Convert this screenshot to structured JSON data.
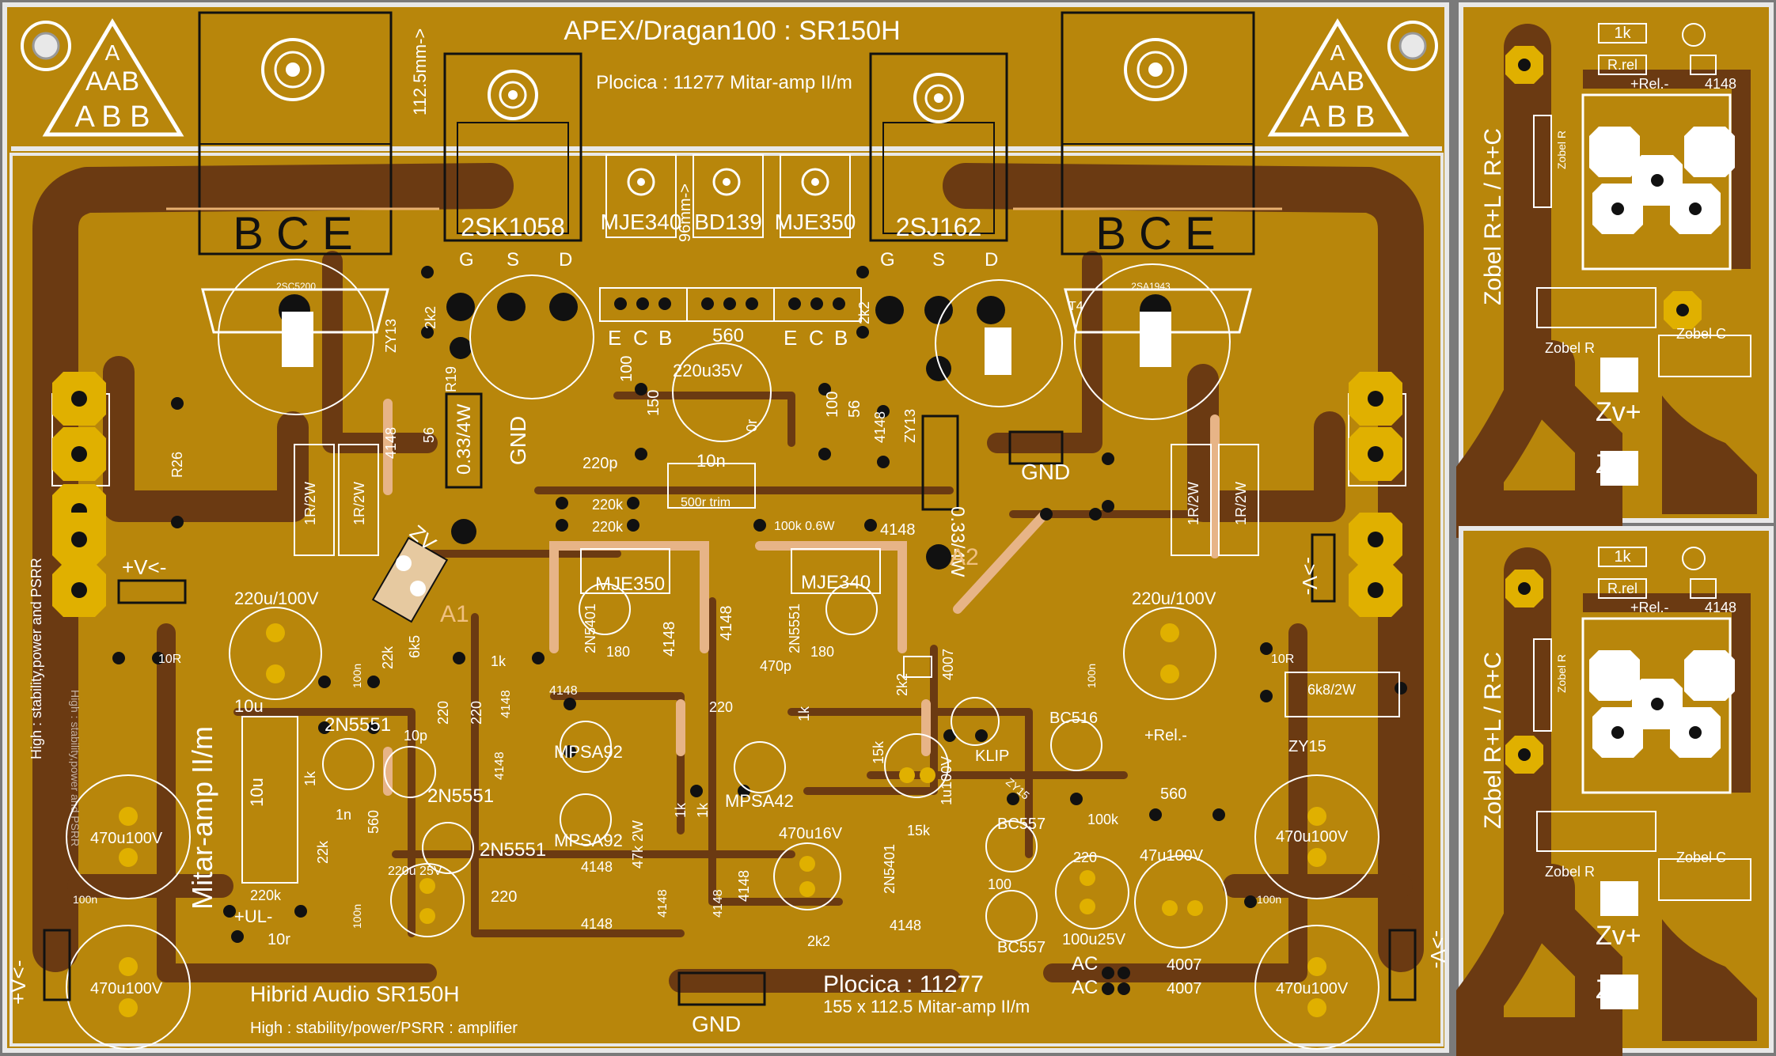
{
  "colors": {
    "background": "#7a7a7a",
    "board": "#b8860b",
    "trace": "#6b3a12",
    "pad": "#e0b000",
    "silk": "#ffffff",
    "outline": "#111111"
  },
  "header": {
    "title": "APEX/Dragan100 : SR150H",
    "subtitle": "Plocica : 11277 Mitar-amp II/m",
    "dimension": "112.5mm->",
    "dimension2": "96mm->"
  },
  "logo": {
    "top": "A",
    "mid": "AAB",
    "bottom": "A B B"
  },
  "power_devices": {
    "left_bjt": "B C E",
    "right_bjt": "B C E",
    "left_mosfet": "2SK1058",
    "right_mosfet": "2SJ162",
    "gsd_left": [
      "G",
      "S",
      "D"
    ],
    "gsd_right": [
      "G",
      "S",
      "D"
    ]
  },
  "drivers": {
    "mje340": "MJE340",
    "bd139": "BD139",
    "mje350": "MJE350",
    "ecb": [
      "E",
      "C",
      "B"
    ],
    "r560": "560"
  },
  "labels": {
    "trim": "500r trim",
    "c220u35": "220u35V",
    "c10n": "10n",
    "r100a": "100",
    "r150": "150",
    "r0r": "0r",
    "r100b": "100",
    "r56b": "56",
    "d4148a": "4148",
    "zy13a": "ZY13",
    "zy13b": "ZY13",
    "r033a": "0.33/4W",
    "r033b": "0.33/4W",
    "gnd1": "GND",
    "gnd2": "GND",
    "gnd3": "GND",
    "r19": "R19",
    "r2k2a": "2k2",
    "r2k2b": "2k2",
    "r56a": "56",
    "d4148b": "4148",
    "r26": "R26",
    "r1r2w": "1R/2W",
    "vplus_left": "+V<-",
    "vplus_right": "->V-",
    "zv": "ZV",
    "a1": "A1",
    "a2": "A2",
    "c220p": "220p",
    "r220k": "220k",
    "r100k06w": "100k 0.6W",
    "d4148c": "4148",
    "q_mje350": "MJE350",
    "q_mje340": "MJE340",
    "q_2n5401a": "2N5401",
    "q_2n5551a": "2N5551",
    "r180": "180",
    "c220u100": "220u/100V",
    "c100n": "100n",
    "r10r": "10R",
    "r22k": "22k",
    "r6k5": "6k5",
    "r1k": "1k",
    "d4148": "4148",
    "c470p": "470p",
    "r220": "220",
    "r2k2": "2k2",
    "d4007": "4007",
    "r6k8": "6k8/2W",
    "zy15": "ZY15",
    "c10u": "10u",
    "c10p": "10p",
    "c1n": "1n",
    "r560": "560",
    "r220kb": "220k",
    "q_2n5551": "2N5551",
    "q_mpsa92": "MPSA92",
    "q_mpsa42": "MPSA42",
    "r47k": "47k 2W",
    "r15k": "15k",
    "c1u100": "1u100V",
    "klip": "KLIP",
    "q_bc516": "BC516",
    "rel": "+Rel.-",
    "r560b": "560",
    "zy15b": "ZY15",
    "q_bc557": "BC557",
    "r100kb": "100k",
    "r15kb": "15k",
    "q_2n5401": "2N5401",
    "r100": "100",
    "c47u100": "47u100V",
    "c100u25": "100u25V",
    "c470u16": "470u16V",
    "c220u25": "220u 25V",
    "c470u100": "470u100V",
    "mitar_amp": "Mitar-amp II/m",
    "ul": "+UL-",
    "r10rb": "10r",
    "ac": "AC",
    "d4007b": "4007",
    "side_note": "High : stability,power and PSRR",
    "brand": "Hibrid Audio SR150H",
    "brand_note": "High : stability/power/PSRR : amplifier",
    "footer_plate": "Plocica : 11277",
    "footer_dims": "155 x 112.5 Mitar-amp II/m",
    "c2sa": "2SA1943",
    "c2sc": "2SC5200",
    "t4": "T4"
  },
  "zobel": {
    "title": "Zobel R+L / R+C",
    "r1k": "1k",
    "rrel": "R.rel",
    "rel": "+Rel.-",
    "d4148": "4148",
    "zobel_r": "Zobel R",
    "zobel_c": "Zobel C",
    "zv_plus": "Zv+",
    "zv_minus": "Zv-"
  }
}
